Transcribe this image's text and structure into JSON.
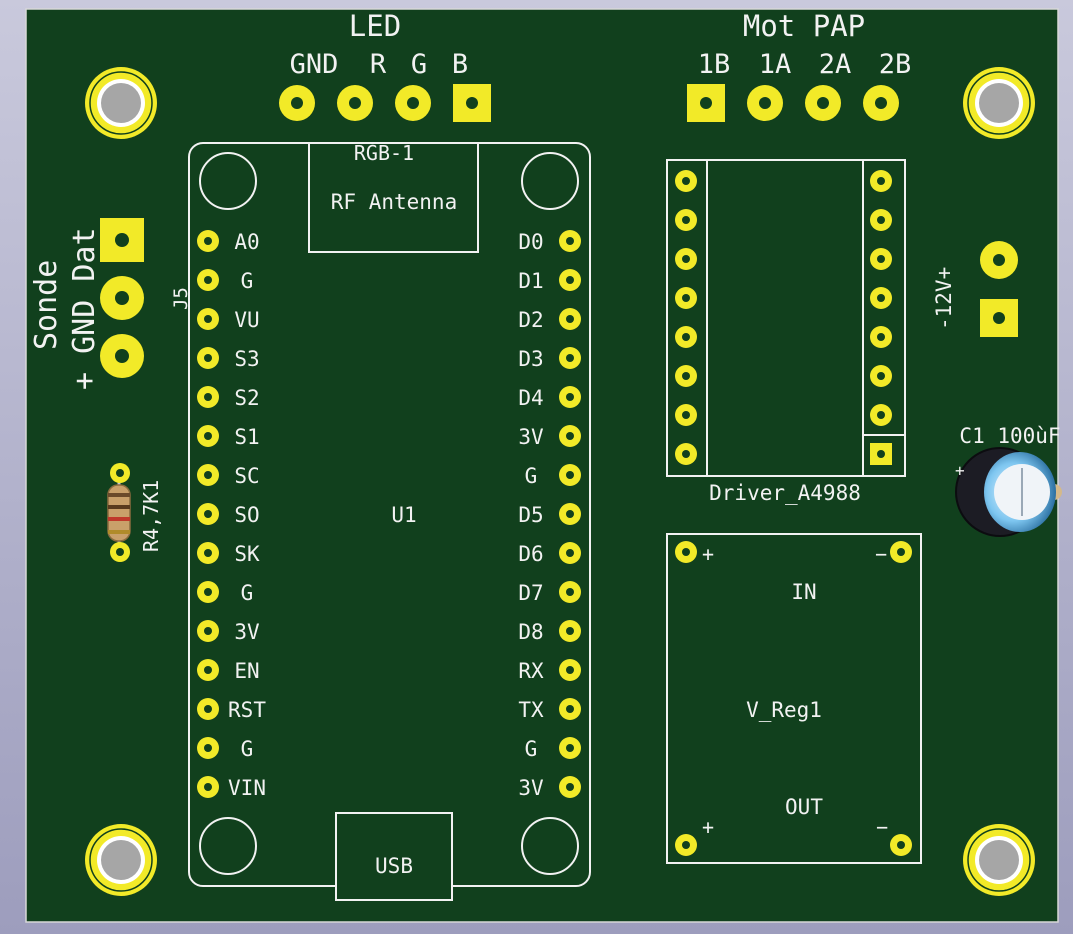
{
  "led_header": {
    "title": "LED",
    "pins": [
      "GND",
      "R",
      "G",
      "B"
    ]
  },
  "motor_header": {
    "title": "Mot PAP",
    "pins": [
      "1B",
      "1A",
      "2A",
      "2B"
    ]
  },
  "sonde": {
    "title": "Sonde",
    "label_line": "+ GND Dat"
  },
  "j5_label": "J5",
  "resistor_label": "R4,7K1",
  "power_label": "-12V+",
  "capacitor_label": "C1 100ùF",
  "esp_module": {
    "antenna_ref": "RGB-1",
    "antenna_text": "RF Antenna",
    "ref": "U1",
    "usb_label": "USB",
    "left_pins": [
      "A0",
      "G",
      "VU",
      "S3",
      "S2",
      "S1",
      "SC",
      "SO",
      "SK",
      "G",
      "3V",
      "EN",
      "RST",
      "G",
      "VIN"
    ],
    "right_pins": [
      "D0",
      "D1",
      "D2",
      "D3",
      "D4",
      "3V",
      "G",
      "D5",
      "D6",
      "D7",
      "D8",
      "RX",
      "TX",
      "G",
      "3V"
    ]
  },
  "driver_label": "Driver_A4988",
  "regulator": {
    "ref": "V_Reg1",
    "in_label": "IN",
    "out_label": "OUT",
    "plus": "+",
    "minus": "−"
  },
  "colors": {
    "board": "#11401d",
    "board_edge": "#d8d8d8",
    "pad_gold": "#f2ea28",
    "silkscreen": "#f2f2f2",
    "background": "#b0b0c8"
  }
}
